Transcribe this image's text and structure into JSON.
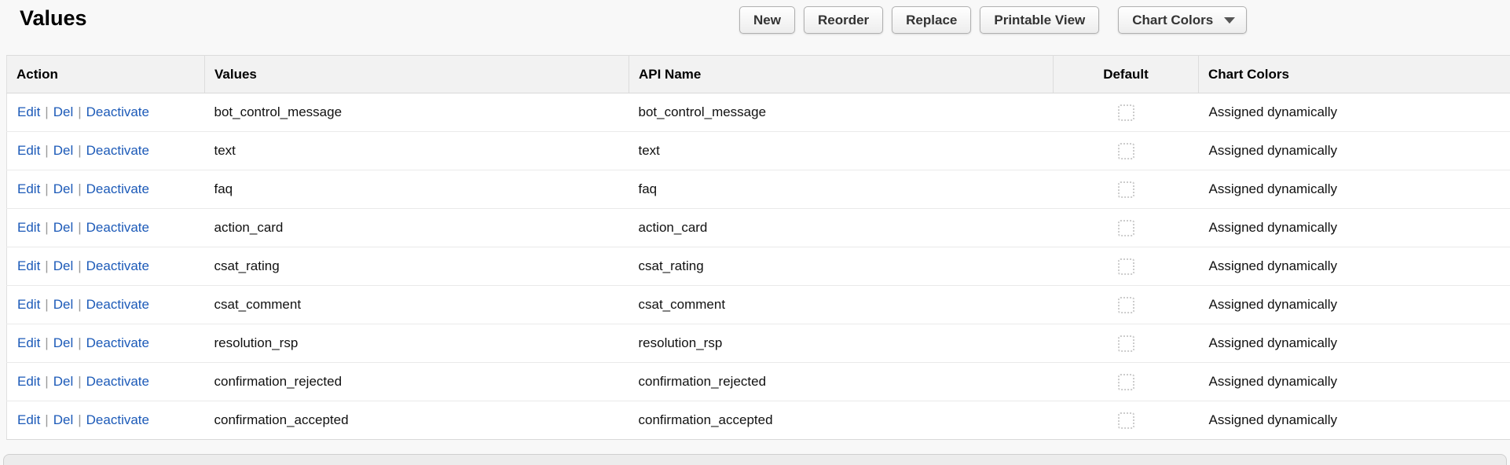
{
  "page": {
    "title": "Values"
  },
  "toolbar": {
    "new_label": "New",
    "reorder_label": "Reorder",
    "replace_label": "Replace",
    "printable_view_label": "Printable View",
    "chart_colors_label": "Chart Colors"
  },
  "table": {
    "headers": {
      "action": "Action",
      "values": "Values",
      "api_name": "API Name",
      "default": "Default",
      "chart_colors": "Chart Colors"
    },
    "action_links": {
      "edit": "Edit",
      "del": "Del",
      "deactivate": "Deactivate",
      "separator": "|"
    },
    "rows": [
      {
        "value": "bot_control_message",
        "api_name": "bot_control_message",
        "default_checked": false,
        "chart_colors": "Assigned dynamically"
      },
      {
        "value": "text",
        "api_name": "text",
        "default_checked": false,
        "chart_colors": "Assigned dynamically"
      },
      {
        "value": "faq",
        "api_name": "faq",
        "default_checked": false,
        "chart_colors": "Assigned dynamically"
      },
      {
        "value": "action_card",
        "api_name": "action_card",
        "default_checked": false,
        "chart_colors": "Assigned dynamically"
      },
      {
        "value": "csat_rating",
        "api_name": "csat_rating",
        "default_checked": false,
        "chart_colors": "Assigned dynamically"
      },
      {
        "value": "csat_comment",
        "api_name": "csat_comment",
        "default_checked": false,
        "chart_colors": "Assigned dynamically"
      },
      {
        "value": "resolution_rsp",
        "api_name": "resolution_rsp",
        "default_checked": false,
        "chart_colors": "Assigned dynamically"
      },
      {
        "value": "confirmation_rejected",
        "api_name": "confirmation_rejected",
        "default_checked": false,
        "chart_colors": "Assigned dynamically"
      },
      {
        "value": "confirmation_accepted",
        "api_name": "confirmation_accepted",
        "default_checked": false,
        "chart_colors": "Assigned dynamically"
      }
    ]
  },
  "colors": {
    "link": "#1c5ab8",
    "page_bg": "#f8f8f8",
    "table_header_bg": "#f2f2f2",
    "row_bg": "#ffffff"
  }
}
